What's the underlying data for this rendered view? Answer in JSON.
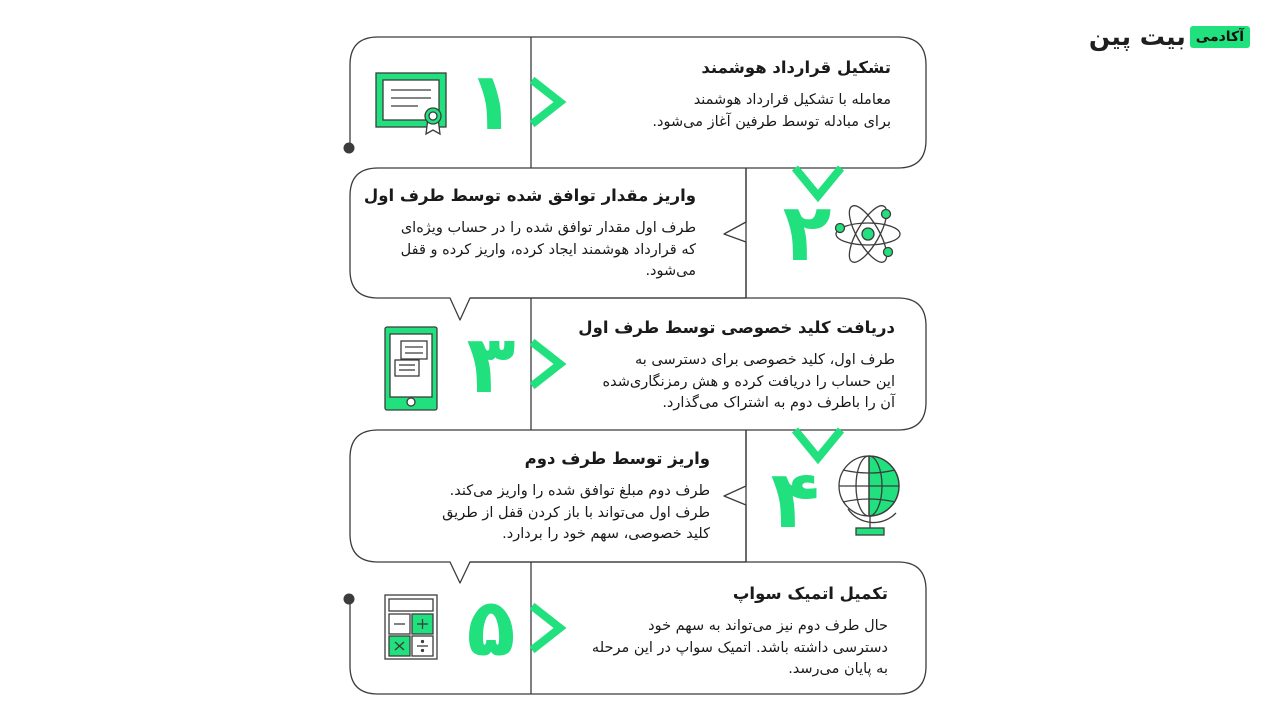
{
  "brand": {
    "name": "بیت پین",
    "tag": "آکادمی"
  },
  "colors": {
    "accent": "#21e07e",
    "outline": "#3c3c3c",
    "text": "#1a1a1a"
  },
  "steps": [
    {
      "number": "۱",
      "title": "تشکیل قرارداد هوشمند",
      "description": "معامله با تشکیل قرارداد هوشمند\nبرای مبادله توسط طرفین آغاز می‌شود.",
      "icon": "certificate-icon"
    },
    {
      "number": "۲",
      "title": "واریز مقدار توافق شده توسط طرف اول",
      "description": "طرف اول مقدار توافق شده را در حساب ویژه‌ای\nکه قرارداد هوشمند ایجاد کرده، واریز کرده و قفل\nمی‌شود.",
      "icon": "atom-icon"
    },
    {
      "number": "۳",
      "title": "دریافت کلید خصوصی توسط طرف اول",
      "description": "طرف اول، کلید خصوصی برای دسترسی به\nاین حساب را دریافت کرده و هش رمزنگاری‌شده\nآن را باطرف دوم به اشتراک می‌گذارد.",
      "icon": "phone-documents-icon"
    },
    {
      "number": "۴",
      "title": "واریز توسط طرف دوم",
      "description": "طرف دوم مبلغ توافق شده را واریز می‌کند.\nطرف اول می‌تواند با باز کردن قفل از طریق\nکلید خصوصی، سهم خود را بردارد.",
      "icon": "globe-icon"
    },
    {
      "number": "۵",
      "title": "تکمیل اتمیک سواپ",
      "description": "حال طرف دوم نیز می‌تواند به سهم خود\nدسترسی داشته باشد. اتمیک سواپ در این مرحله\nبه پایان می‌رسد.",
      "icon": "calculator-icon"
    }
  ]
}
